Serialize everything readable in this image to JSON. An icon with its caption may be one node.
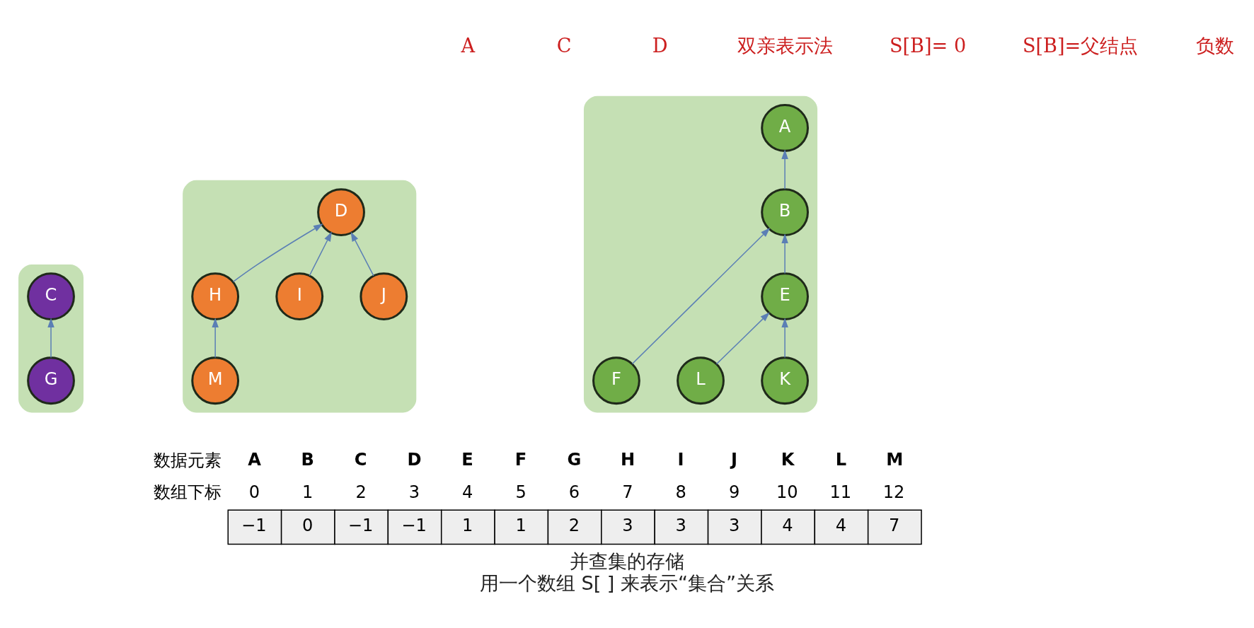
{
  "diagram": {
    "title": "并查集的存储",
    "caption": "用一个数组 S[ ] 来表示“集合”关系",
    "nodes": [
      {
        "text": [],
        "shape": "box"
      },
      {
        "text": [
          "A"
        ],
        "in": 0
      },
      {
        "text": [
          "B"
        ],
        "in": 0
      },
      {
        "text": [
          "E"
        ],
        "in": 0
      },
      {
        "text": [
          "F"
        ],
        "in": 0
      },
      {
        "text": [
          "K"
        ],
        "in": 0
      },
      {
        "text": [
          "L"
        ],
        "in": 0
      },
      {
        "text": [],
        "shape": "box"
      },
      {
        "text": [
          "C"
        ],
        "in": 7
      },
      {
        "text": [
          "G"
        ],
        "in": 7
      },
      {
        "text": [],
        "shape": "box"
      },
      {
        "text": [
          "D"
        ],
        "in": 10
      },
      {
        "text": [
          "H"
        ],
        "in": 10
      },
      {
        "text": [
          "I"
        ],
        "in": 10
      },
      {
        "text": [
          "J"
        ],
        "in": 10
      },
      {
        "text": [
          "M"
        ],
        "in": 10
      }
    ],
    "edges": [
      {
        "from": 2,
        "to": 1,
        "arrow": "to"
      },
      {
        "from": 3,
        "to": 2,
        "arrow": "to"
      },
      {
        "from": 4,
        "to": 2,
        "arrow": "to"
      },
      {
        "from": 5,
        "to": 3,
        "arrow": "to"
      },
      {
        "from": 6,
        "to": 3,
        "arrow": "to"
      },
      {
        "from": 9,
        "to": 8,
        "arrow": "to"
      },
      {
        "from": 12,
        "to": 11,
        "arrow": "to"
      },
      {
        "from": 13,
        "to": 11,
        "arrow": "to"
      },
      {
        "from": 14,
        "to": 11,
        "arrow": "to"
      },
      {
        "from": 15,
        "to": 12,
        "arrow": "to"
      }
    ],
    "labels": [
      "A",
      "C",
      "D",
      "双亲表示法",
      "S[B]= 0",
      "S[B]=父结点",
      "负数",
      "数据元素",
      "A",
      "B",
      "C",
      "D",
      "E",
      "F",
      "G",
      "H",
      "I",
      "J",
      "K",
      "L",
      "M",
      "数组下标",
      "0",
      "1",
      "2",
      "3",
      "4",
      "5",
      "6",
      "7",
      "8",
      "9",
      "10",
      "11",
      "12",
      "−1",
      "0",
      "−1",
      "−1",
      "1",
      "1",
      "2",
      "3",
      "3",
      "3",
      "4",
      "4",
      "7"
    ]
  }
}
